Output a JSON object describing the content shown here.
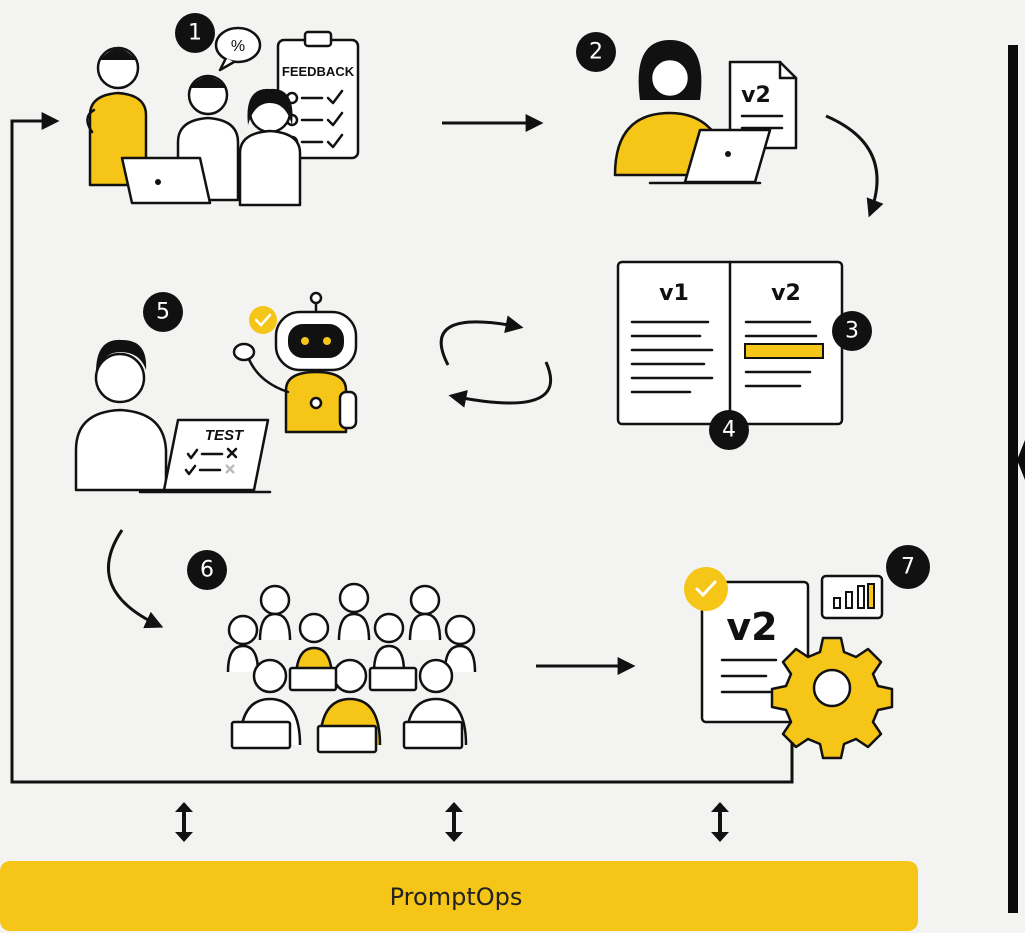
{
  "colors": {
    "accent": "#f5c518",
    "ink": "#111111",
    "background": "#f3f3f1"
  },
  "steps": [
    {
      "number": "1",
      "label": "FEEDBACK",
      "icon": "feedback-team-icon"
    },
    {
      "number": "2",
      "label": "v2",
      "icon": "writer-laptop-icon"
    },
    {
      "number": "3",
      "left_label": "v1",
      "right_label": "v2",
      "icon": "version-compare-book-icon"
    },
    {
      "number": "4"
    },
    {
      "number": "5",
      "label": "TEST",
      "icon": "tester-robot-icon"
    },
    {
      "number": "6",
      "icon": "user-group-icon"
    },
    {
      "number": "7",
      "label": "v2",
      "icon": "deploy-gear-icon"
    }
  ],
  "banner": {
    "label": "PromptOps"
  }
}
